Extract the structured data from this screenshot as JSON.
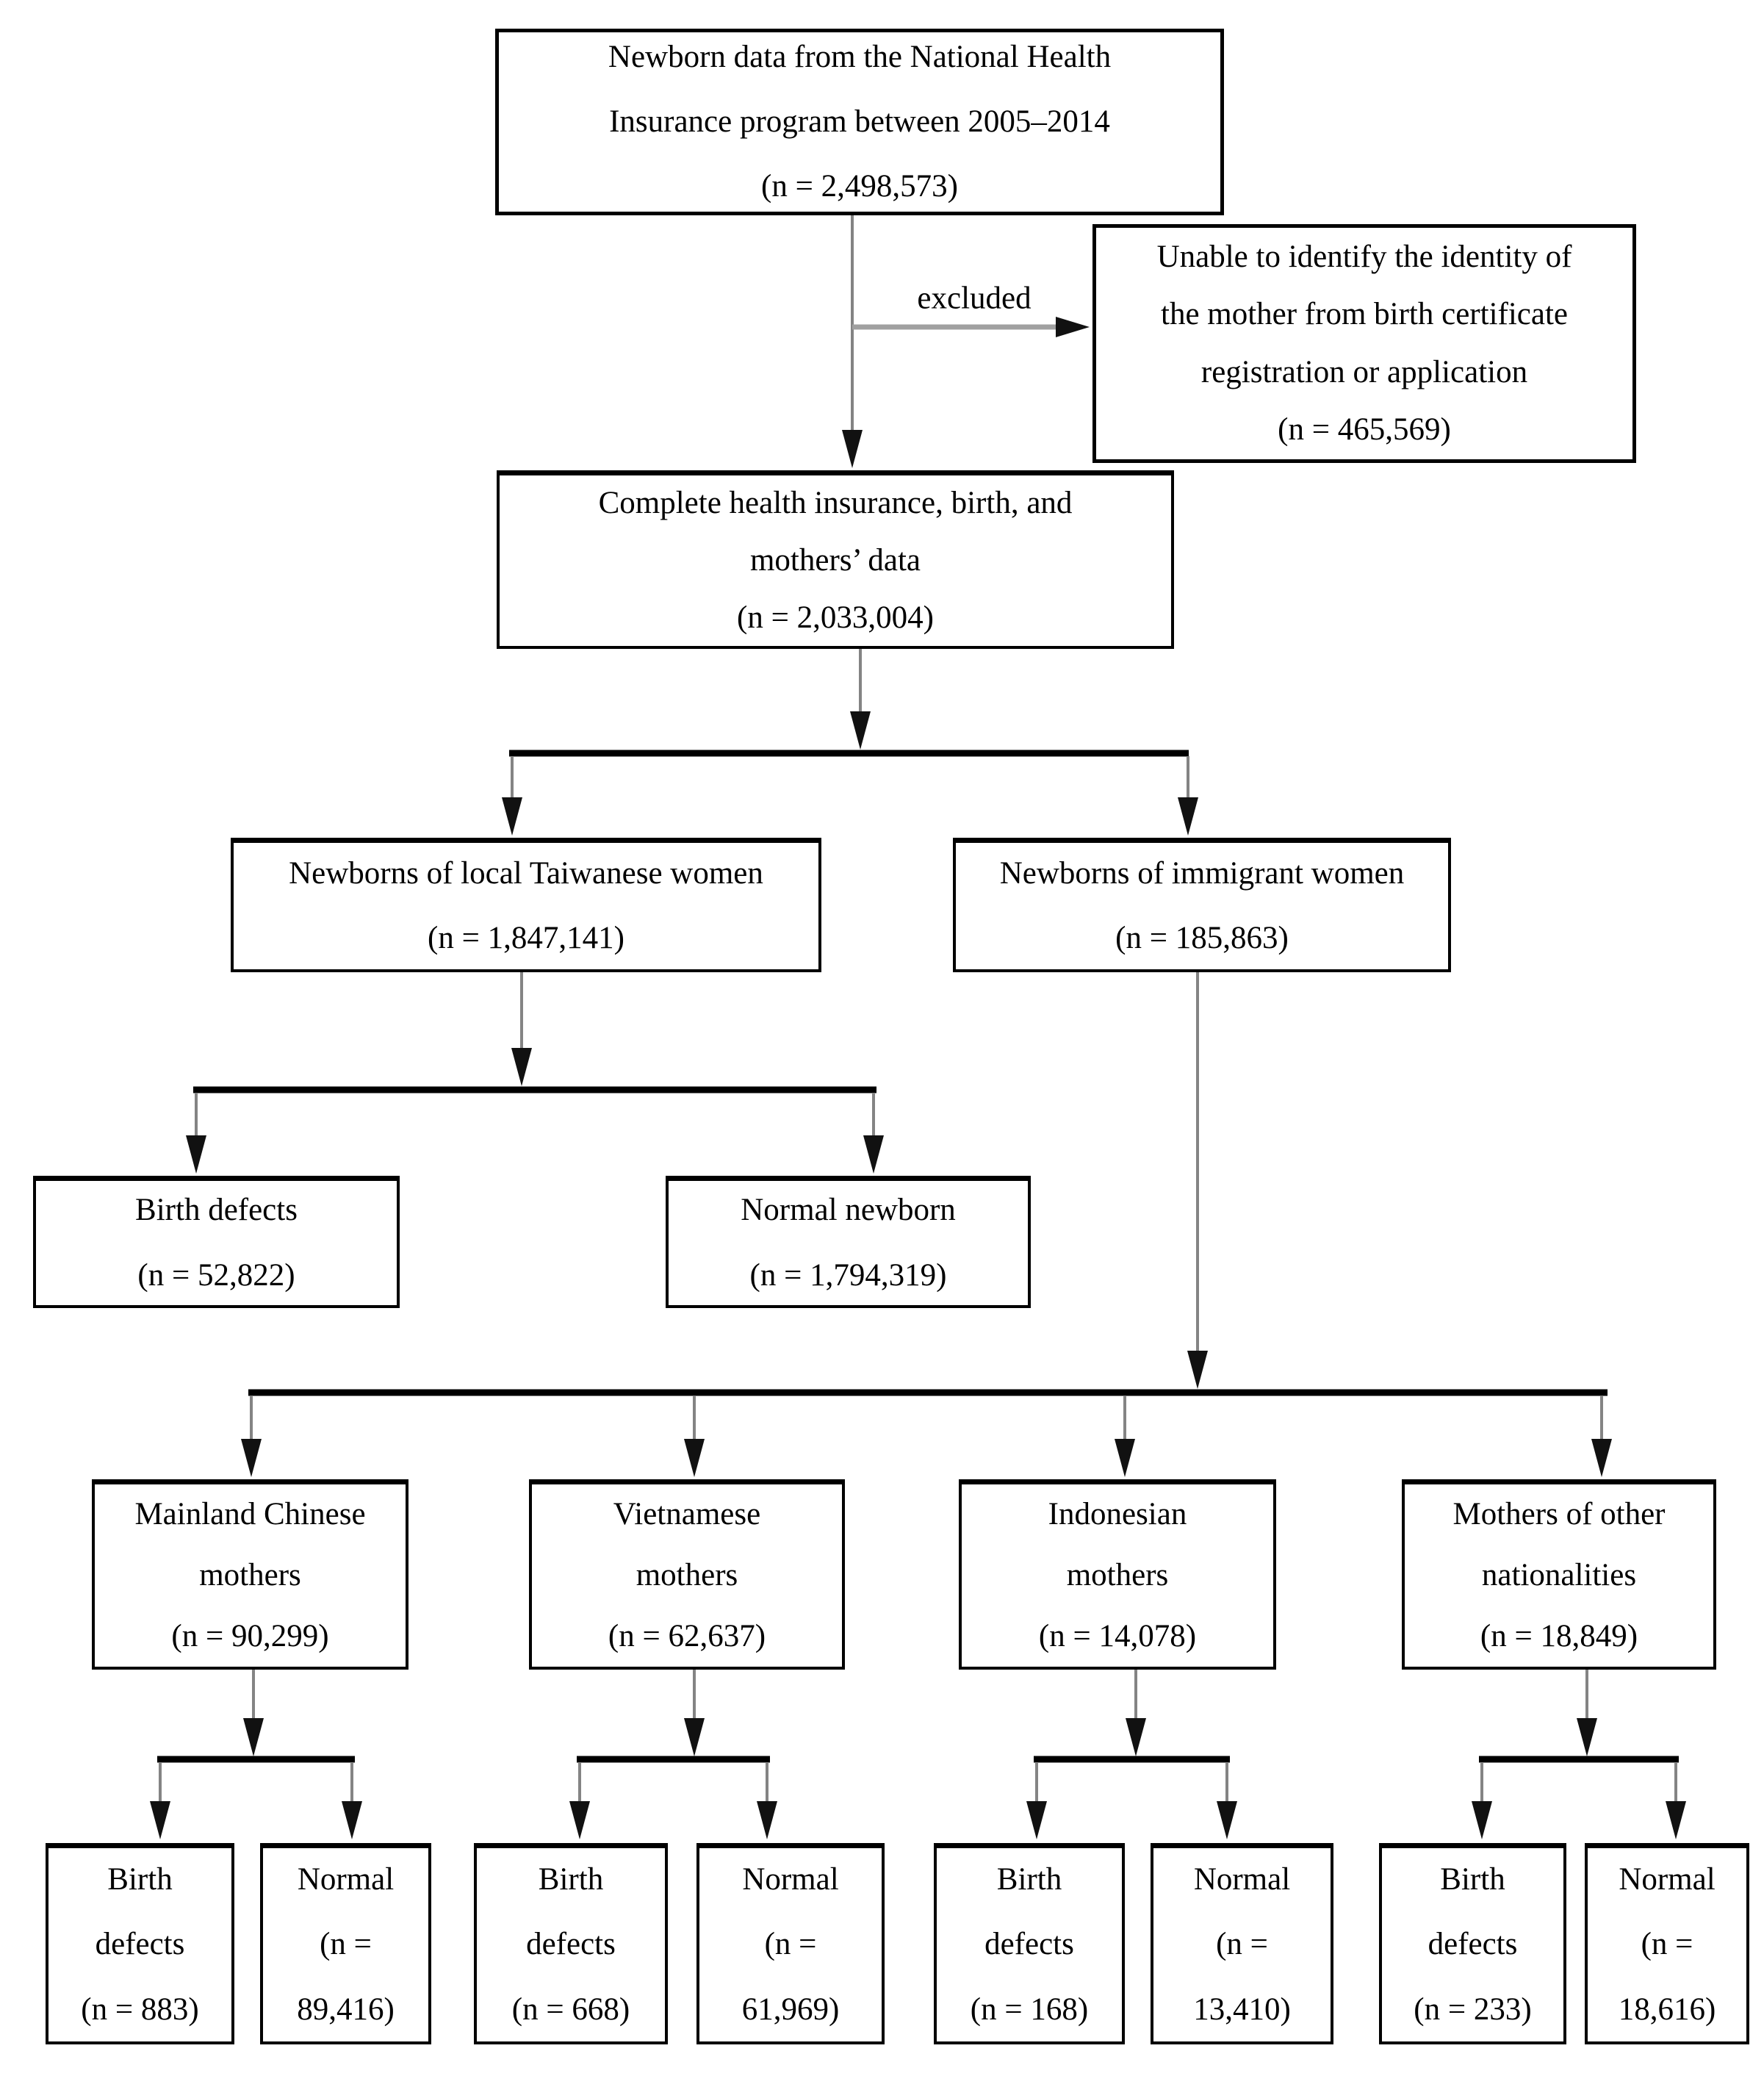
{
  "figure": {
    "background": "#ffffff",
    "border_color": "#000000",
    "connector_color": "#848484",
    "split_bar_color": "#000000",
    "text_color": "#000000",
    "excluded_label": "excluded",
    "nodes": {
      "root": {
        "n": "2,498,573",
        "lines": [
          "Newborn data from the National Health",
          "Insurance program between 2005–2014",
          "(n = 2,498,573)"
        ]
      },
      "excluded": {
        "n": "465,569",
        "lines": [
          "Unable to identify the identity of",
          "the mother from birth certificate",
          "registration or application",
          "(n = 465,569)"
        ]
      },
      "complete": {
        "n": "2,033,004",
        "lines": [
          "Complete health insurance, birth, and",
          "mothers’ data",
          "(n = 2,033,004)"
        ]
      },
      "taiwanese": {
        "n": "1,847,141",
        "lines": [
          "Newborns of local Taiwanese women",
          "(n = 1,847,141)"
        ]
      },
      "immigrant": {
        "n": "185,863",
        "lines": [
          "Newborns of immigrant women",
          "(n = 185,863)"
        ]
      },
      "taiwanese_birth_defects": {
        "n": "52,822",
        "lines": [
          "Birth defects",
          "(n = 52,822)"
        ]
      },
      "taiwanese_normal": {
        "n": "1,794,319",
        "lines": [
          "Normal newborn",
          "(n = 1,794,319)"
        ]
      },
      "mainland": {
        "n": "90,299",
        "lines": [
          "Mainland Chinese",
          "mothers",
          "(n = 90,299)"
        ]
      },
      "vietnamese": {
        "n": "62,637",
        "lines": [
          "Vietnamese",
          "mothers",
          "(n = 62,637)"
        ]
      },
      "indonesian": {
        "n": "14,078",
        "lines": [
          "Indonesian",
          "mothers",
          "(n = 14,078)"
        ]
      },
      "other": {
        "n": "18,849",
        "lines": [
          "Mothers of other",
          "nationalities",
          "(n = 18,849)"
        ]
      },
      "mainland_birth_defects": {
        "n": "883",
        "lines": [
          "Birth",
          "defects",
          "(n = 883)"
        ]
      },
      "mainland_normal": {
        "n": "89,416",
        "lines": [
          "Normal",
          "(n =",
          "89,416)"
        ]
      },
      "vietnamese_birth_defects": {
        "n": "668",
        "lines": [
          "Birth",
          "defects",
          "(n = 668)"
        ]
      },
      "vietnamese_normal": {
        "n": "61,969",
        "lines": [
          "Normal",
          "(n =",
          "61,969)"
        ]
      },
      "indonesian_birth_defects": {
        "n": "168",
        "lines": [
          "Birth",
          "defects",
          "(n = 168)"
        ]
      },
      "indonesian_normal": {
        "n": "13,410",
        "lines": [
          "Normal",
          "(n =",
          "13,410)"
        ]
      },
      "other_birth_defects": {
        "n": "233",
        "lines": [
          "Birth",
          "defects",
          "(n = 233)"
        ]
      },
      "other_normal": {
        "n": "18,616",
        "lines": [
          "Normal",
          "(n =",
          "18,616)"
        ]
      }
    }
  }
}
